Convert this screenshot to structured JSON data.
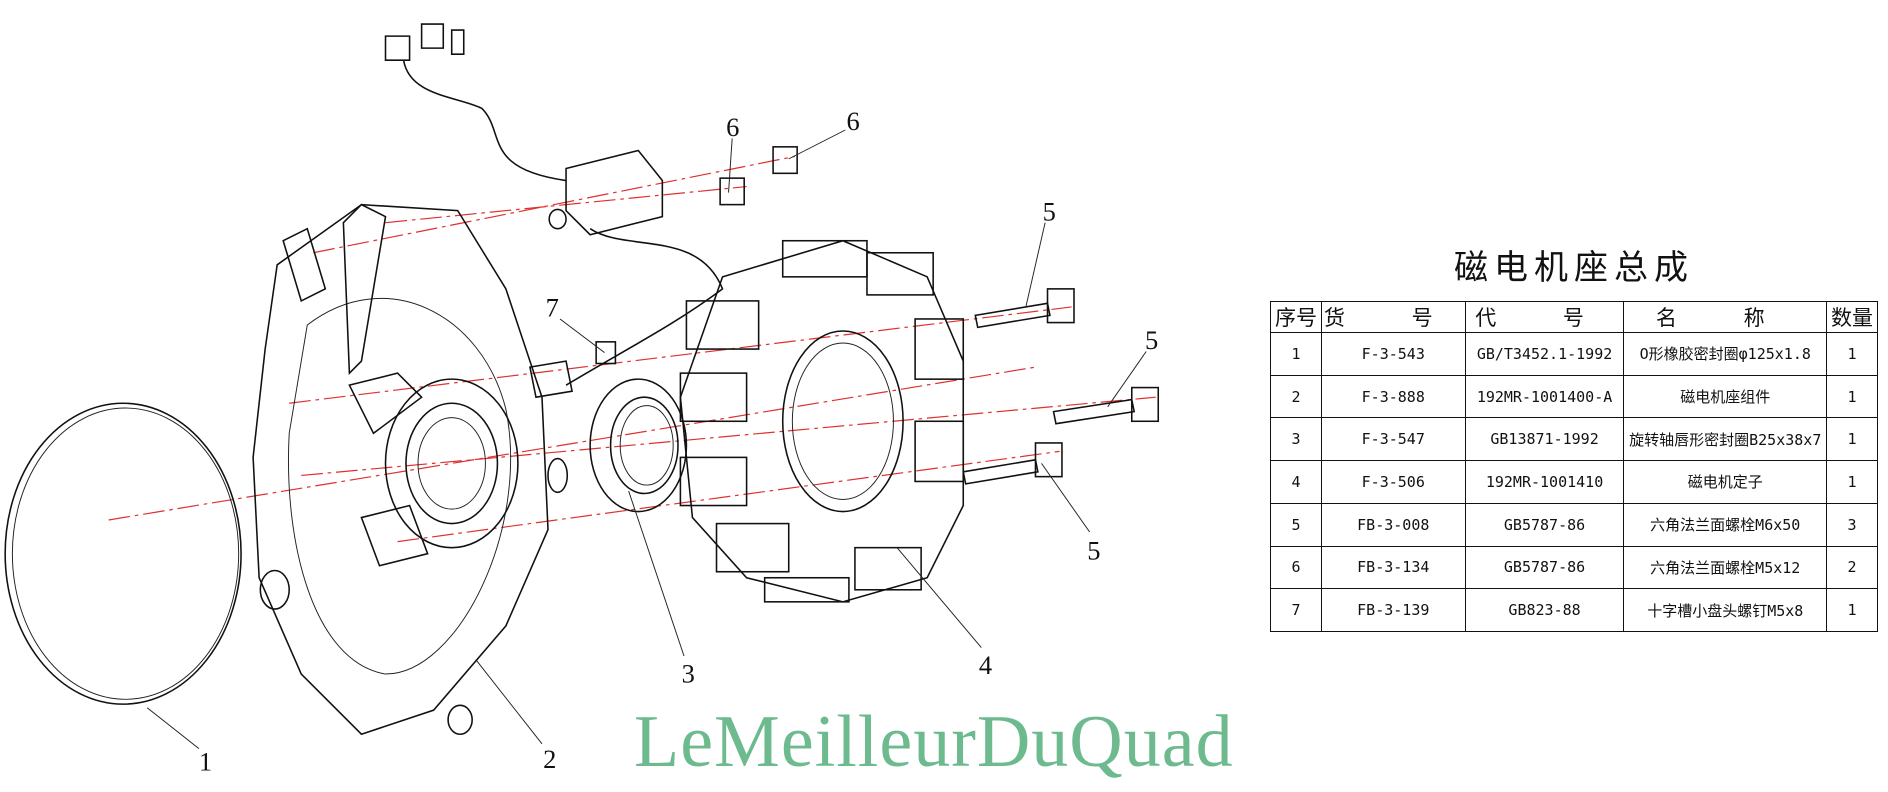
{
  "drawing": {
    "callouts": [
      "1",
      "2",
      "3",
      "4",
      "5",
      "5",
      "5",
      "6",
      "6",
      "7"
    ],
    "axis_color": "#e03030"
  },
  "table": {
    "title": "磁电机座总成",
    "headers": [
      "序号",
      "货 号",
      "代 号",
      "名 称",
      "数量"
    ],
    "rows": [
      [
        "1",
        "F-3-543",
        "GB/T3452.1-1992",
        "O形橡胶密封圈φ125x1.8",
        "1"
      ],
      [
        "2",
        "F-3-888",
        "192MR-1001400-A",
        "磁电机座组件",
        "1"
      ],
      [
        "3",
        "F-3-547",
        "GB13871-1992",
        "旋转轴唇形密封圈B25x38x7",
        "1"
      ],
      [
        "4",
        "F-3-506",
        "192MR-1001410",
        "磁电机定子",
        "1"
      ],
      [
        "5",
        "FB-3-008",
        "GB5787-86",
        "六角法兰面螺栓M6x50",
        "3"
      ],
      [
        "6",
        "FB-3-134",
        "GB5787-86",
        "六角法兰面螺栓M5x12",
        "2"
      ],
      [
        "7",
        "FB-3-139",
        "GB823-88",
        "十字槽小盘头螺钉M5x8",
        "1"
      ]
    ]
  },
  "watermark": {
    "text": "LeMeilleurDuQuad",
    "color": "#6dba8e"
  }
}
